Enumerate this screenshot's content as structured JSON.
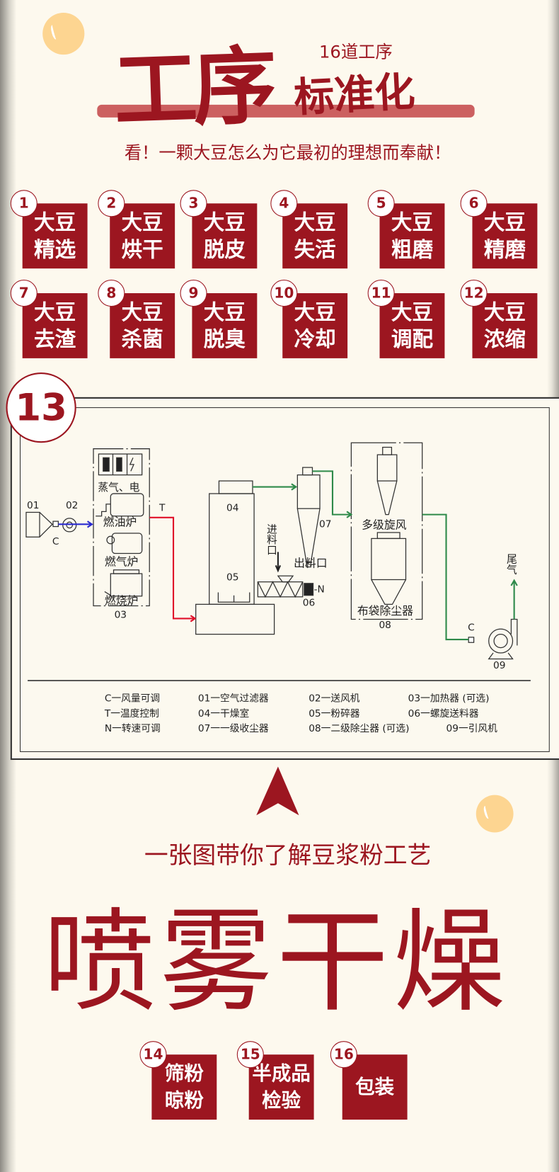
{
  "header": {
    "title_main": "工序",
    "title_sub": "标准化",
    "count_label": "16道工序",
    "tagline": "看！一颗大豆怎么为它最初的理想而奉献！"
  },
  "steps": [
    {
      "num": "1",
      "l1": "大豆",
      "l2": "精选"
    },
    {
      "num": "2",
      "l1": "大豆",
      "l2": "烘干"
    },
    {
      "num": "3",
      "l1": "大豆",
      "l2": "脱皮"
    },
    {
      "num": "4",
      "l1": "大豆",
      "l2": "失活"
    },
    {
      "num": "5",
      "l1": "大豆",
      "l2": "粗磨"
    },
    {
      "num": "6",
      "l1": "大豆",
      "l2": "精磨"
    },
    {
      "num": "7",
      "l1": "大豆",
      "l2": "去渣"
    },
    {
      "num": "8",
      "l1": "大豆",
      "l2": "杀菌"
    },
    {
      "num": "9",
      "l1": "大豆",
      "l2": "脱臭"
    },
    {
      "num": "10",
      "l1": "大豆",
      "l2": "冷却"
    },
    {
      "num": "11",
      "l1": "大豆",
      "l2": "调配"
    },
    {
      "num": "12",
      "l1": "大豆",
      "l2": "浓缩"
    }
  ],
  "step13": {
    "num": "13"
  },
  "diagram": {
    "labels": {
      "n01": "01",
      "n02": "02",
      "n03": "03",
      "n04": "04",
      "n05": "05",
      "n06": "06",
      "n07": "07",
      "n08": "08",
      "n09": "09",
      "c1": "C",
      "c2": "C",
      "t": "T",
      "n": "-N",
      "steam": "蒸气、电",
      "oil": "燃油炉",
      "gas": "燃气炉",
      "burn": "燃烧炉",
      "feed_in": "进料口",
      "feed_out": "出料口",
      "multi": "多级旋风",
      "bag": "布袋除尘器",
      "exhaust": "尾气"
    },
    "legend": [
      [
        "C一风量可调",
        "01一空气过滤器",
        "02一送风机",
        "03一加热器 (可选)"
      ],
      [
        "T一温度控制",
        "04一干燥室",
        "05一粉碎器",
        "06一螺旋送料器"
      ],
      [
        "N一转速可调",
        "07一一级收尘器",
        "08一二级除尘器 (可选)",
        "09一引风机"
      ]
    ],
    "colors": {
      "air": "#2a2ad0",
      "heat": "#e0102a",
      "flow": "#2e8a4a"
    }
  },
  "section2": {
    "caption": "一张图带你了解豆浆粉工艺",
    "title": "喷雾干燥"
  },
  "final_steps": [
    {
      "num": "14",
      "l1": "筛粉",
      "l2": "晾粉"
    },
    {
      "num": "15",
      "l1": "半成品",
      "l2": "检验"
    },
    {
      "num": "16",
      "l1": "包装",
      "l2": ""
    }
  ],
  "colors": {
    "brand": "#9c1620",
    "bar": "#cc6060",
    "dot": "#fdd591",
    "bg": "#fdf9ee"
  }
}
